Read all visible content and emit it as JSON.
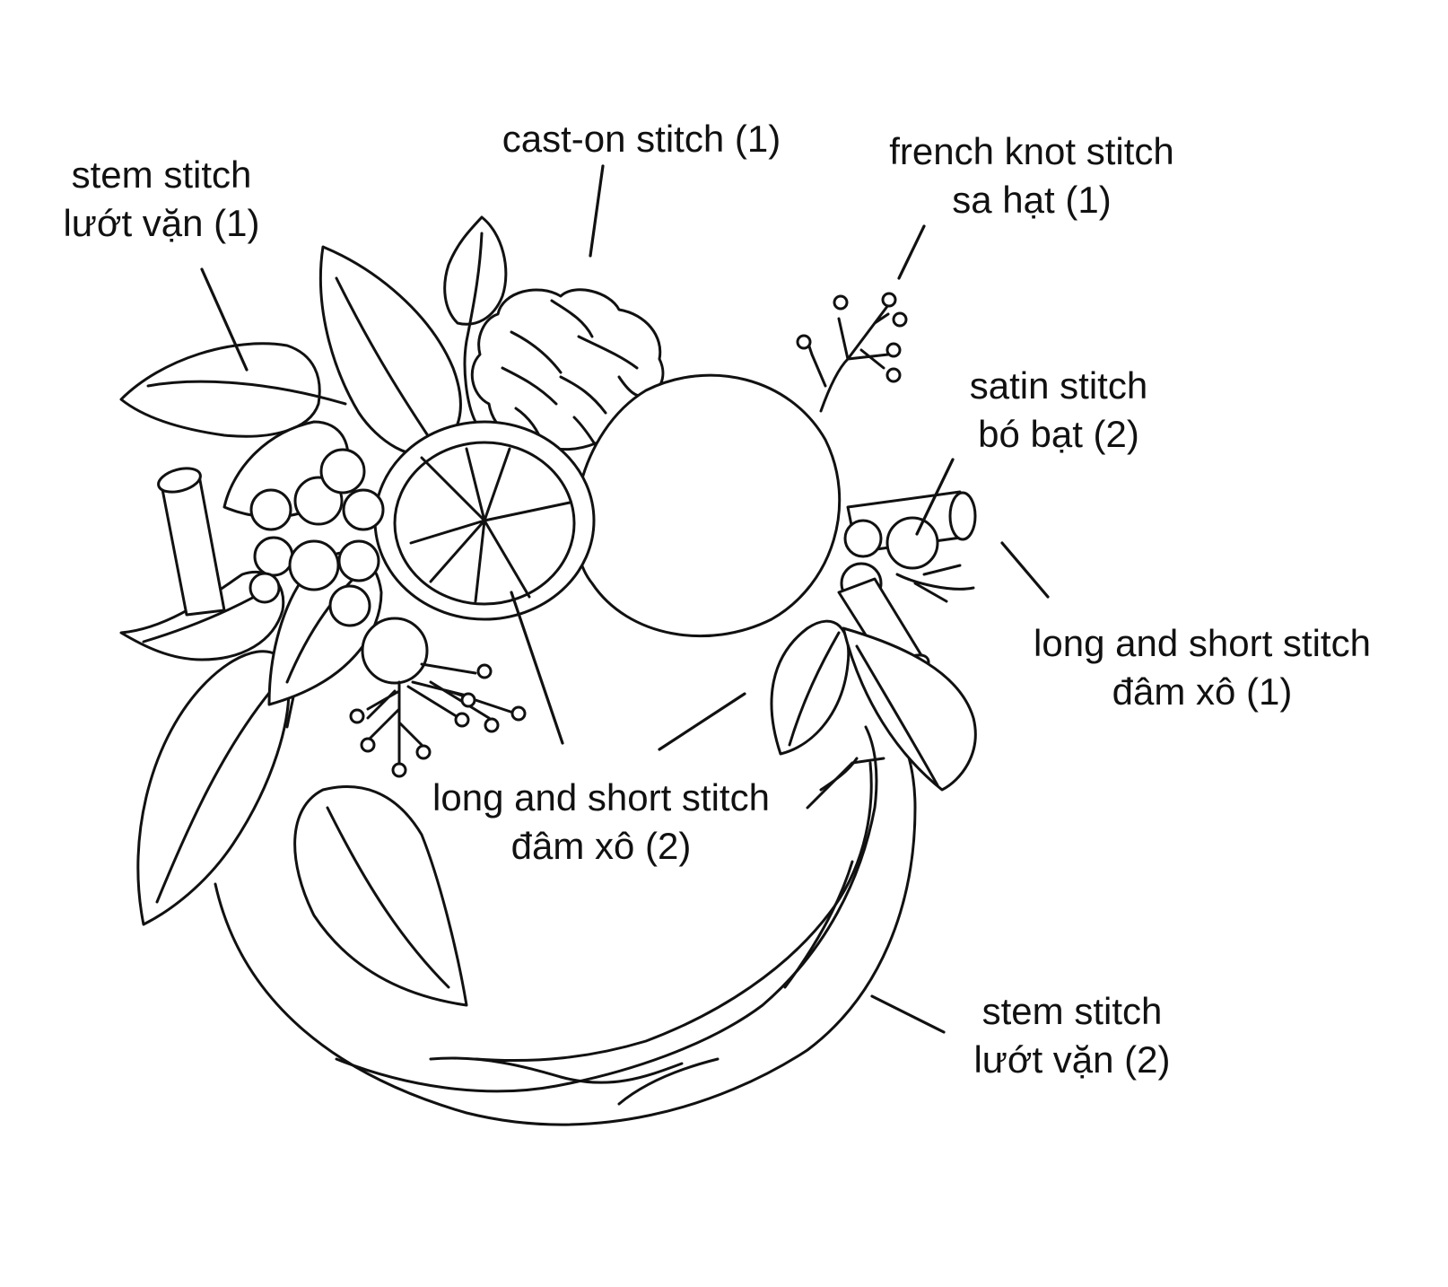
{
  "labels": {
    "stem_1": {
      "line1": "stem stitch",
      "line2": "lướt vặn (1)"
    },
    "cast_on": {
      "line1": "cast-on stitch (1)"
    },
    "french_knot": {
      "line1": "french knot stitch",
      "line2": "sa hạt (1)"
    },
    "satin": {
      "line1": "satin stitch",
      "line2": "bó bạt (2)"
    },
    "long_short_1": {
      "line1": "long and short stitch",
      "line2": "đâm xô (1)"
    },
    "long_short_2": {
      "line1": "long and short stitch",
      "line2": "đâm xô (2)"
    },
    "stem_2": {
      "line1": "stem stitch",
      "line2": "lướt vặn (2)"
    }
  },
  "colors": {
    "ink": "#111111",
    "background": "#ffffff"
  }
}
